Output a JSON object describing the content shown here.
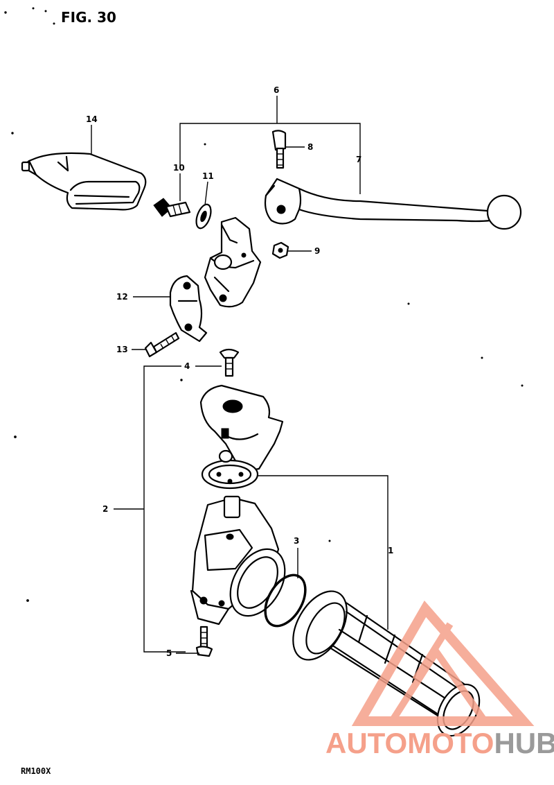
{
  "figure": {
    "title": "FIG. 30",
    "model": "RM100X"
  },
  "callouts": {
    "c1": "1",
    "c2": "2",
    "c3": "3",
    "c4": "4",
    "c5": "5",
    "c6": "6",
    "c7": "7",
    "c8": "8",
    "c9": "9",
    "c10": "10",
    "c11": "11",
    "c12": "12",
    "c13": "13",
    "c14": "14"
  },
  "watermark": {
    "part1": "AUTOMOTO",
    "part2": "HUB",
    "color_primary": "#f5a08a",
    "color_secondary": "#9a9a9a"
  }
}
